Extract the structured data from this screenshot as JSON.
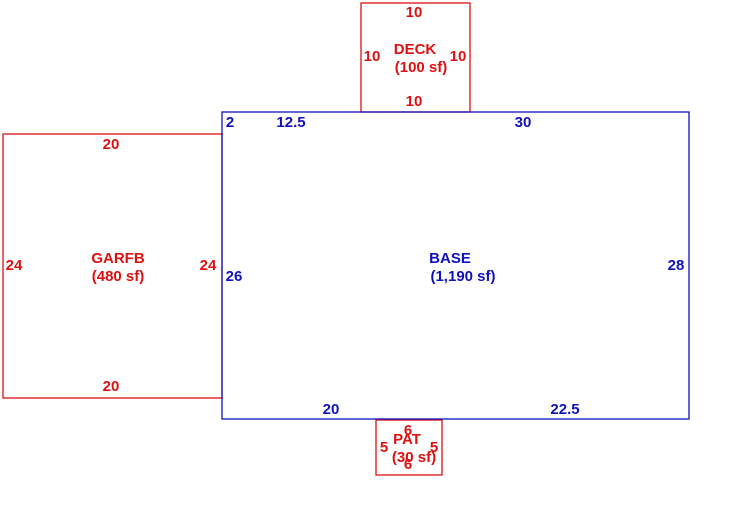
{
  "colors": {
    "base": "#1111bb",
    "addition": "#dd1111"
  },
  "deck": {
    "name": "DECK",
    "area": "(100 sf)",
    "top": "10",
    "bottom": "10",
    "left": "10",
    "right": "10"
  },
  "base": {
    "name": "BASE",
    "area": "(1,190 sf)",
    "top_a": "2",
    "top_b": "12.5",
    "top_c": "30",
    "left": "26",
    "right": "28",
    "bottom_a": "20",
    "bottom_b": "22.5"
  },
  "garfb": {
    "name": "GARFB",
    "area": "(480 sf)",
    "top": "20",
    "bottom": "20",
    "left": "24",
    "right": "24"
  },
  "pat": {
    "name": "PAT",
    "area": "(30 sf)",
    "top": "6",
    "bottom": "6",
    "left": "5",
    "right": "5"
  }
}
